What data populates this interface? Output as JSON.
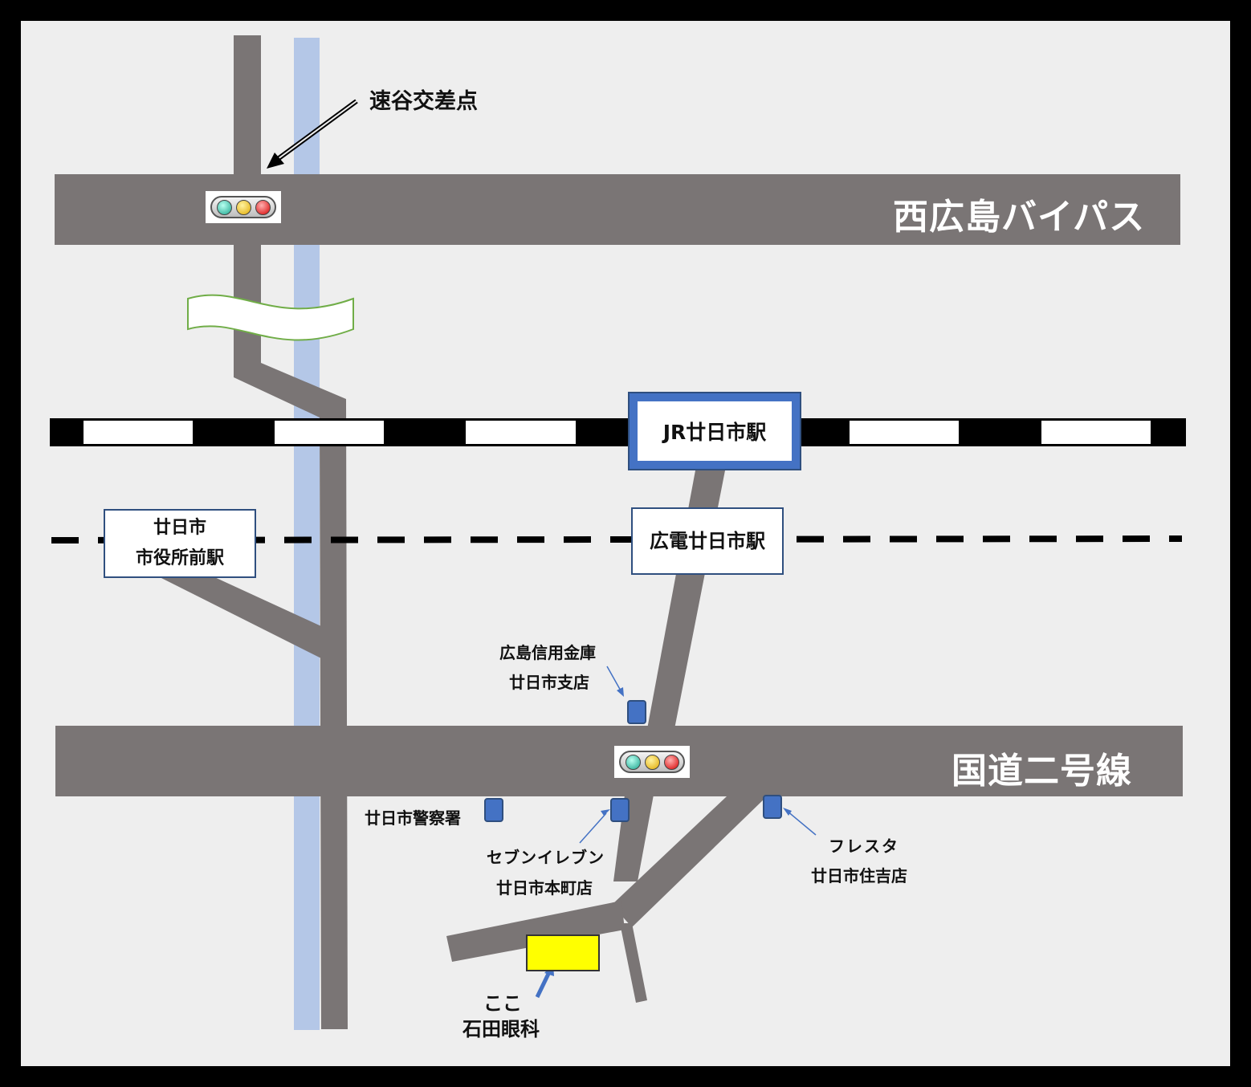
{
  "labels": {
    "hayatani_intersection": "速谷交差点",
    "bypass": "西広島バイパス",
    "jr_station": "JR廿日市駅",
    "hiroden_station": "広電廿日市駅",
    "cityhall_station_line1": "廿日市",
    "cityhall_station_line2": "市役所前駅",
    "route2": "国道二号線",
    "shinkin_line1": "広島信用金庫",
    "shinkin_line2": "廿日市支店",
    "police": "廿日市警察署",
    "seven_line1": "セブンイレブン",
    "seven_line2": "廿日市本町店",
    "fresta_line1": "フレスタ",
    "fresta_line2": "廿日市住吉店",
    "here": "ここ",
    "clinic": "石田眼科"
  },
  "colors": {
    "road": "#7a7575",
    "river": "#b4c7e7",
    "rail": "#000000",
    "poi": "#4472c4",
    "destination": "#ffff00",
    "background": "#eeeeee",
    "bridge_border": "#70ad47"
  }
}
